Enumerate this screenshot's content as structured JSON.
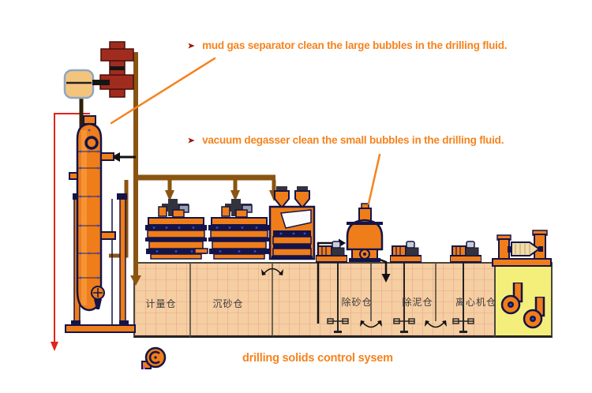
{
  "annotations": [
    {
      "bullet": "➤",
      "text": "mud gas separator clean the large bubbles in the drilling fluid."
    },
    {
      "bullet": "➤",
      "text": "vacuum degasser clean the small bubbles in the drilling fluid."
    }
  ],
  "caption": "drilling solids control sysem",
  "tank_labels": [
    "计量仓",
    "沉砂仓",
    "除砂仓",
    "除泥仓",
    "离心机仓"
  ],
  "equipment": {
    "icons": [
      "bop-stack-icon",
      "accumulator-tank-icon",
      "mud-gas-separator-tower-icon",
      "shale-shaker-icon",
      "shale-shaker-icon",
      "mud-cleaner-icon",
      "vacuum-degasser-icon",
      "mud-agitator-icon",
      "mud-agitator-icon",
      "mud-agitator-icon",
      "decanter-centrifuge-icon",
      "sand-pump-icon",
      "sand-pump-icon",
      "centrifugal-pump-icon"
    ]
  },
  "colors": {
    "accent_orange": "#F5831E",
    "equipment_orange": "#EF7D1A",
    "outline_navy": "#141448",
    "pipe_brown": "#8A5412",
    "mud_dark": "#30200A",
    "bop_red": "#A02C20",
    "tank_fill": "#F5CEA2",
    "yellow_tank_fill": "#F4EF7B",
    "vent_red": "#E3231C",
    "bullet_red": "#9B1408",
    "rivet_blue": "#2B50D8"
  }
}
